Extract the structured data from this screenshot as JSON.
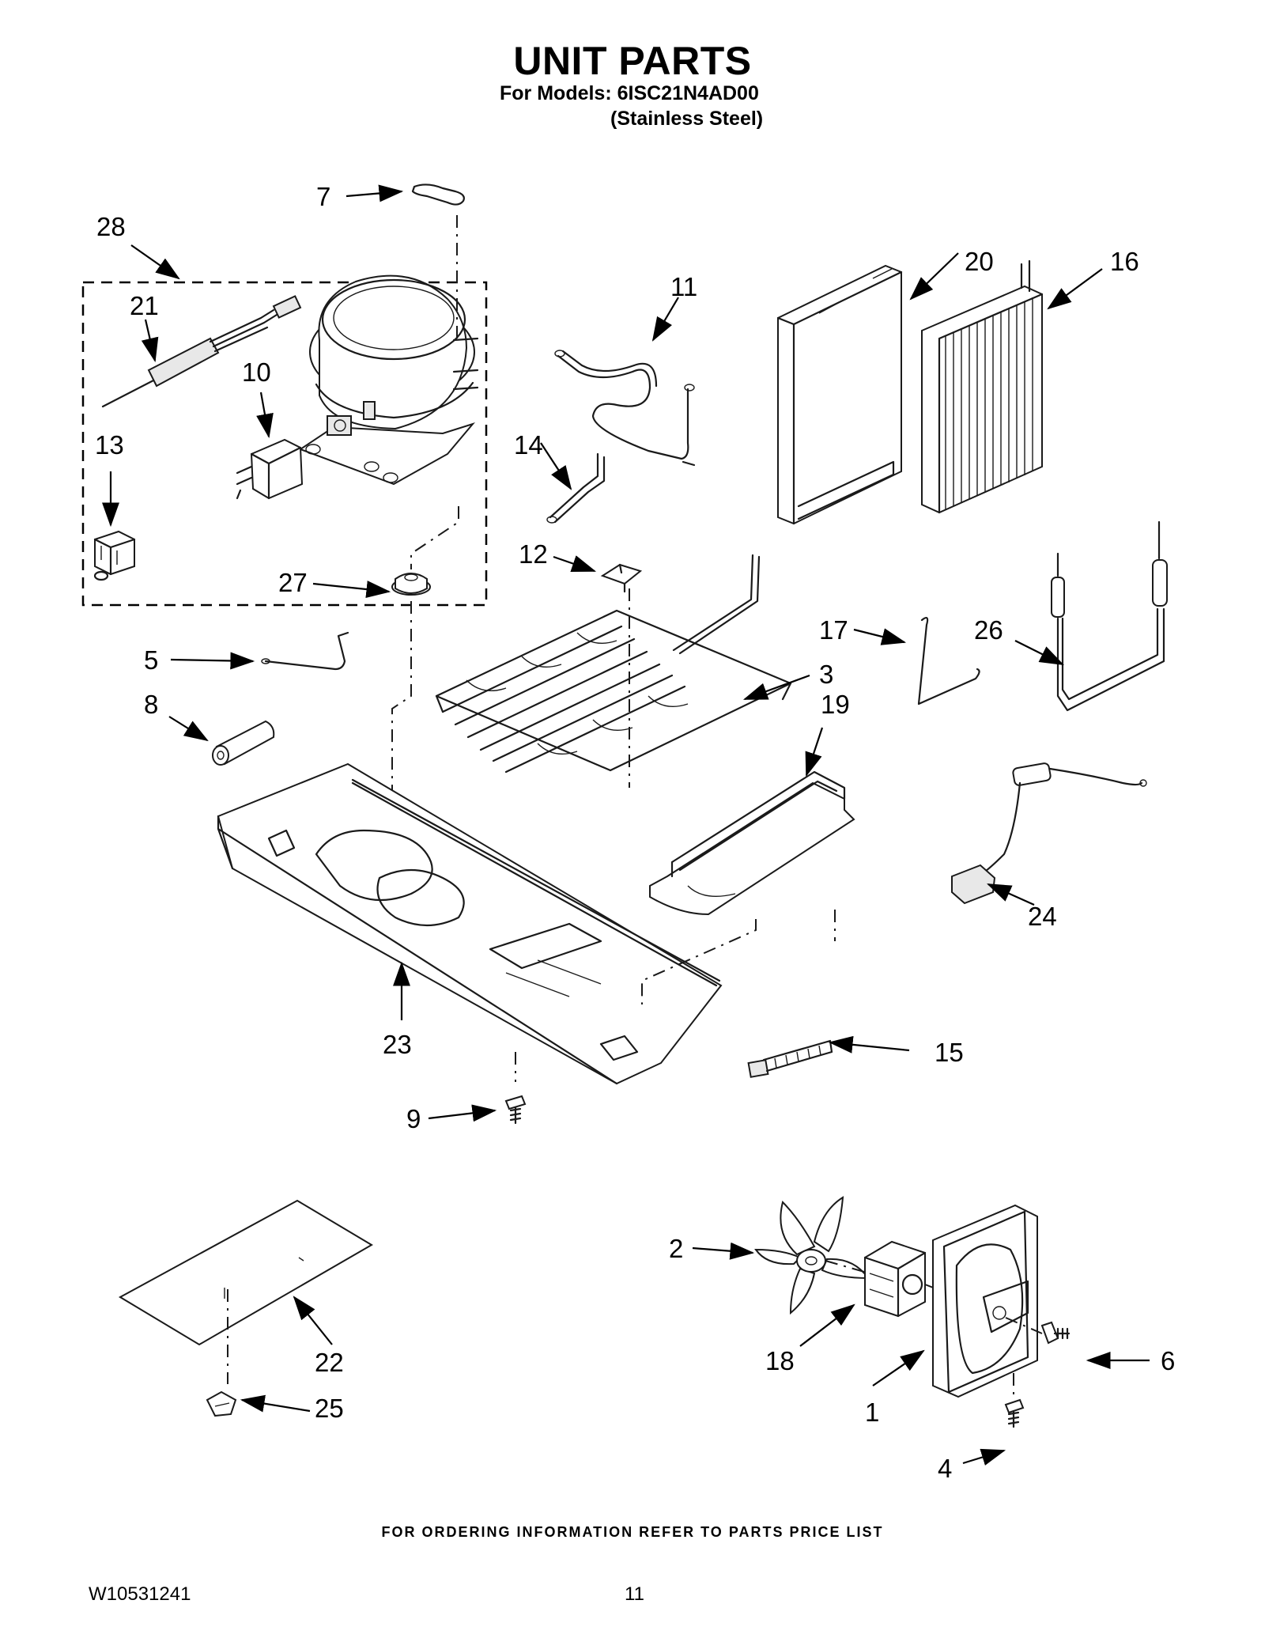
{
  "header": {
    "title": "UNIT PARTS",
    "models_line": "For Models: 6ISC21N4AD00",
    "finish_line": "(Stainless Steel)"
  },
  "callouts": [
    "1",
    "2",
    "3",
    "4",
    "5",
    "6",
    "7",
    "8",
    "9",
    "10",
    "11",
    "12",
    "13",
    "14",
    "15",
    "16",
    "17",
    "18",
    "19",
    "20",
    "21",
    "22",
    "23",
    "24",
    "25",
    "26",
    "27",
    "28"
  ],
  "footer": {
    "ordering_note": "FOR ORDERING INFORMATION REFER TO PARTS PRICE LIST",
    "document_number": "W10531241",
    "page_number": "11"
  },
  "colors": {
    "ink": "#000000",
    "background": "#ffffff"
  }
}
